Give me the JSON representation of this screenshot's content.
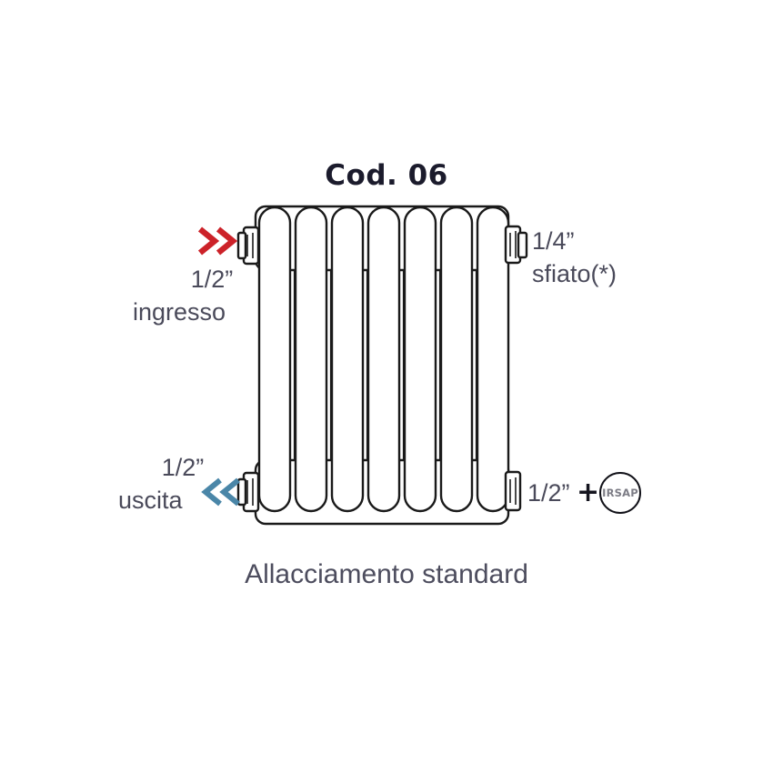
{
  "title": "Cod. 06",
  "caption": "Allacciamento standard",
  "connections": {
    "inlet": {
      "size": "1/2”",
      "word": "ingresso",
      "arrow_icon": "double-chevron-right-icon",
      "color": "#cc2229"
    },
    "vent": {
      "size": "1/4”",
      "word": "sfiato(*)"
    },
    "outlet": {
      "size": "1/2”",
      "word": "uscita",
      "arrow_icon": "double-chevron-left-icon",
      "color": "#4a86a8"
    },
    "return": {
      "size": "1/2”",
      "plus": "+",
      "logo_text": "IRSAP"
    }
  },
  "diagram": {
    "type": "column-radiator",
    "front_columns": 7,
    "back_columns": 6,
    "line_color": "#1a1a1a",
    "fill_color": "#ffffff"
  },
  "colors": {
    "title": "#1b1b2c",
    "text": "#4a4a5a",
    "red_accent": "#cc2229",
    "blue_accent": "#4a86a8",
    "outline": "#1a1a1a"
  }
}
